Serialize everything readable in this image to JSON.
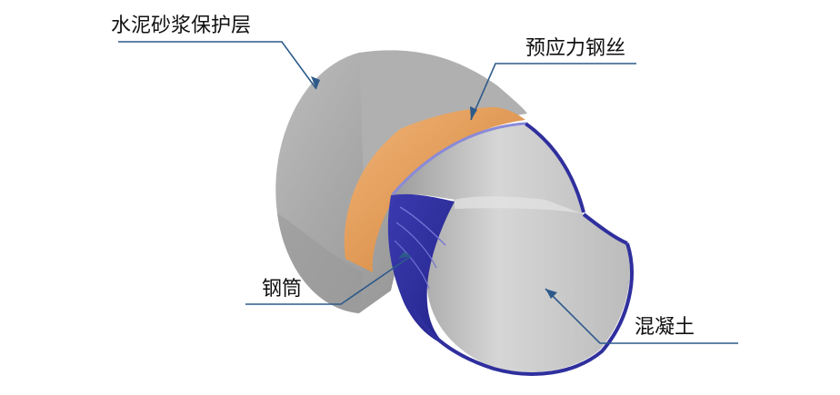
{
  "labels": {
    "mortar": "水泥砂浆保护层",
    "wire": "预应力钢丝",
    "steel": "钢筒",
    "concrete": "混凝土"
  },
  "colors": {
    "outer_mortar": "#a9a9a9",
    "prestress_wire": "#e09a56",
    "steel_cylinder": "#2f2f9e",
    "inner_concrete": "#c8c8c8",
    "leader_line": "#2d5a8a"
  }
}
